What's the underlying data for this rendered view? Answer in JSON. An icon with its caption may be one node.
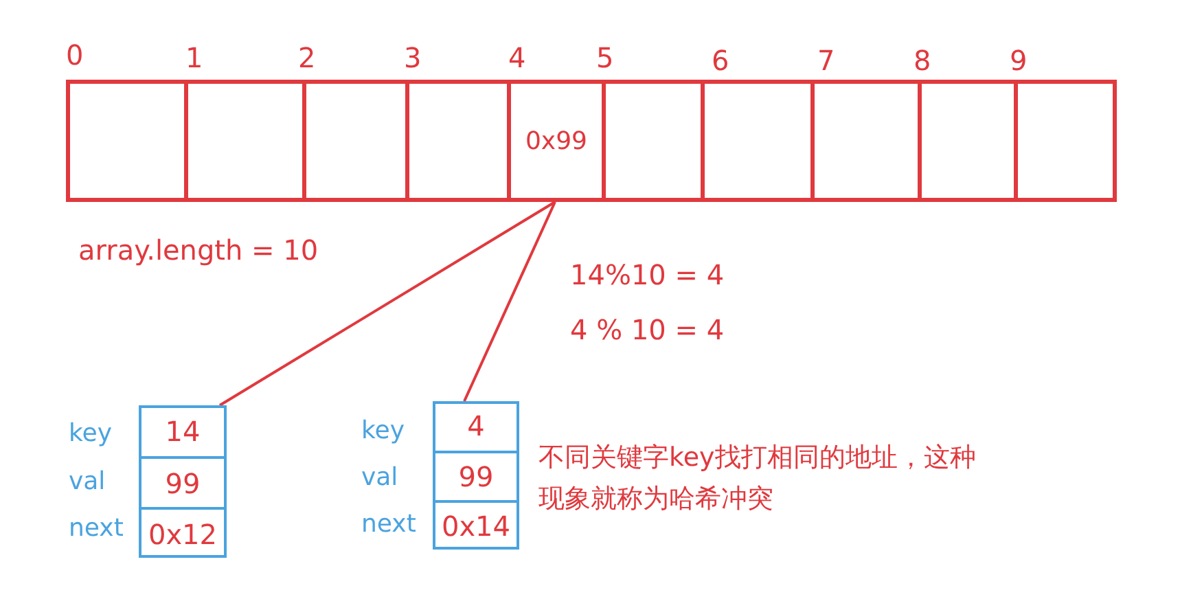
{
  "diagram": {
    "nodes": [
      {
        "text": [],
        "shape": "box"
      },
      {
        "text": [],
        "shape": "box"
      },
      {
        "text": [],
        "shape": "box"
      },
      {
        "text": [],
        "shape": "box"
      },
      {
        "text": [
          "0x99"
        ]
      },
      {
        "text": [],
        "shape": "box"
      },
      {
        "text": [],
        "shape": "box"
      },
      {
        "text": [],
        "shape": "box"
      },
      {
        "text": [],
        "shape": "box"
      },
      {
        "text": [],
        "shape": "box"
      },
      {
        "text": [],
        "shape": "box"
      },
      {
        "text": [
          "14"
        ],
        "in": 10
      },
      {
        "text": [
          "99"
        ],
        "in": 10
      },
      {
        "text": [
          "0x12"
        ],
        "in": 10
      },
      {
        "text": [],
        "shape": "box"
      },
      {
        "text": [
          "4"
        ],
        "in": 14
      },
      {
        "text": [
          "99"
        ],
        "in": 14
      },
      {
        "text": [
          "0x14"
        ],
        "in": 14
      }
    ],
    "edges": [
      {
        "from": 4,
        "to": 10,
        "arrow": "none"
      },
      {
        "from": 4,
        "to": 14,
        "arrow": "none"
      }
    ],
    "labels": [
      "0",
      "1",
      "2",
      "3",
      "4",
      "5",
      "6",
      "7",
      "8",
      "9",
      "array.length = 10",
      "14%10 = 4",
      "4 % 10 = 4",
      "key",
      "key",
      "不同关键字key找打相同的地址，这种现象就称为哈希冲突",
      "val",
      "val",
      "next",
      "next"
    ]
  }
}
